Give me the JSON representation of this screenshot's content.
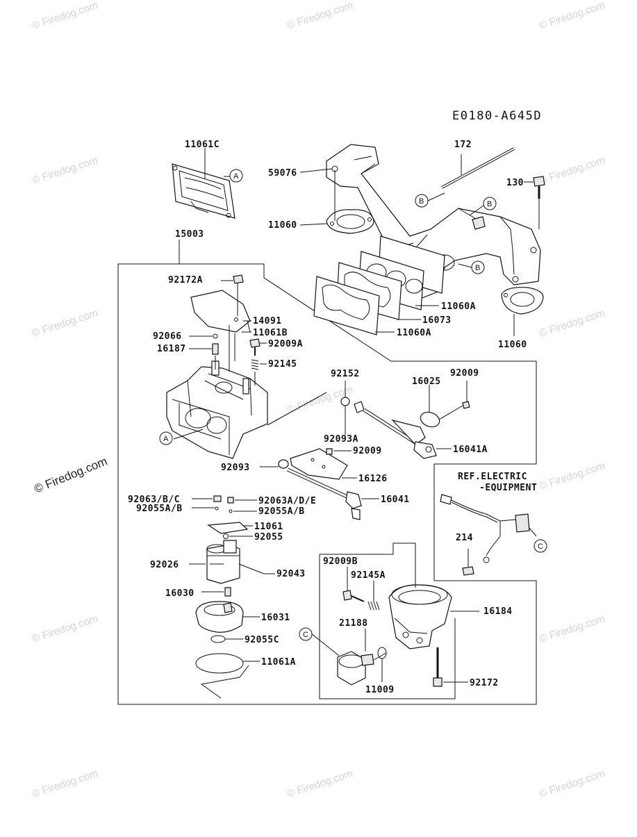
{
  "diagram": {
    "code": "E0180-A645D",
    "watermark": "© Firedog.com",
    "callouts": {
      "a": "A",
      "b": "B",
      "c": "C"
    },
    "labels": {
      "p11061C": "11061C",
      "p172": "172",
      "p59076": "59076",
      "p130": "130",
      "p11060_top": "11060",
      "p15003": "15003",
      "p11060A_1": "11060A",
      "p16073": "16073",
      "p11060A_2": "11060A",
      "p11060_right": "11060",
      "p92172A": "92172A",
      "p14091": "14091",
      "p11061B": "11061B",
      "p92066": "92066",
      "p16187": "16187",
      "p92009A": "92009A",
      "p92145": "92145",
      "p92152": "92152",
      "p16025": "16025",
      "p92009_top": "92009",
      "p92093A": "92093A",
      "p16041A": "16041A",
      "p92009_mid": "92009",
      "p92093": "92093",
      "p16126": "16126",
      "p92063BC": "92063/B/C",
      "p92063ADE": "92063A/D/E",
      "p92055AB_l": "92055A/B",
      "p92055AB_r": "92055A/B",
      "p16041": "16041",
      "p11061": "11061",
      "p92055": "92055",
      "p92026": "92026",
      "p92043": "92043",
      "p16030": "16030",
      "p16031": "16031",
      "p92055C": "92055C",
      "p11061A": "11061A",
      "ref_line1": "REF.ELECTRIC",
      "ref_line2": "-EQUIPMENT",
      "p214": "214",
      "p92009B": "92009B",
      "p92145A": "92145A",
      "p16184": "16184",
      "p21188": "21188",
      "p11009": "11009",
      "p92172": "92172"
    }
  }
}
